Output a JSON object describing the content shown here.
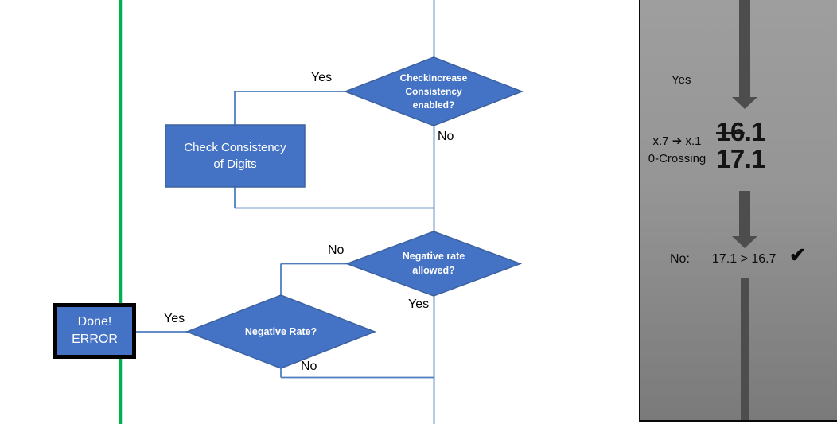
{
  "flowchart": {
    "decision_check_increase": {
      "label": "CheckIncrease\nConsistency\nenabled?"
    },
    "process_check_consistency": {
      "label": "Check Consistency\nof Digits"
    },
    "decision_negative_rate_allowed": {
      "label": "Negative rate\nallowed?"
    },
    "decision_negative_rate": {
      "label": "Negative Rate?"
    },
    "terminal_done_error": {
      "label": "Done!\nERROR"
    },
    "edge_labels": {
      "yes1": "Yes",
      "no1": "No",
      "no2": "No",
      "yes2": "Yes",
      "yes3": "Yes",
      "no3": "No"
    }
  },
  "panel": {
    "yes_label": "Yes",
    "case_line1": "x.7 ➔ x.1",
    "case_line2": "0-Crossing",
    "value_old_struck": "16",
    "value_old_rest": ".1",
    "value_new": "17.1",
    "result_label": "No:",
    "result_comparison": "17.1 > 16.7",
    "checkmark": "✔"
  },
  "colors": {
    "shape_blue": "#4472C4",
    "shape_border_blue": "#3C61A1",
    "connector_blue": "#4E7DBE",
    "green_line": "#00B050",
    "arrow_gray": "#4D4D4D",
    "panel_gray_top": "#9E9E9E",
    "panel_gray_bottom": "#7A7A7A",
    "terminal_border": "#000000"
  }
}
